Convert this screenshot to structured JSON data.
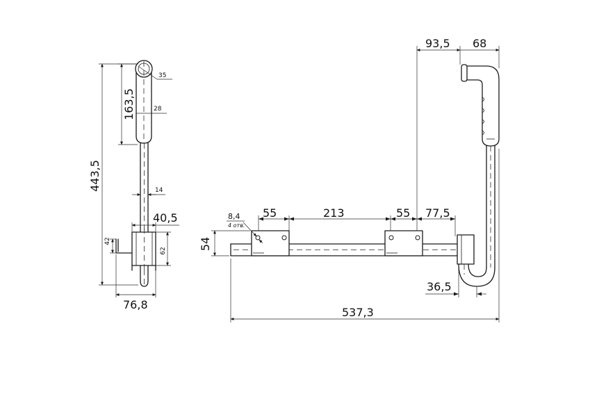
{
  "side_view": {
    "overall_height": "443,5",
    "grip_length": "163,5",
    "grip_end_dia": "35",
    "grip_dia": "28",
    "rod_dia": "14",
    "bracket_width": "40,5",
    "bracket_small": "42",
    "bracket_tall": "62",
    "depth": "76,8"
  },
  "front_view": {
    "offset_top": "93,5",
    "grip_width": "68",
    "hole_dia": "8,4",
    "hole_count": "4 отв.",
    "bar_height": "54",
    "bracket_left": "55",
    "between_brackets": "213",
    "bracket_right": "55",
    "right_gap": "77,5",
    "bend_offset": "36,5",
    "overall_length": "537,3"
  },
  "colors": {
    "line": "#1a1a1a",
    "background": "#ffffff"
  }
}
